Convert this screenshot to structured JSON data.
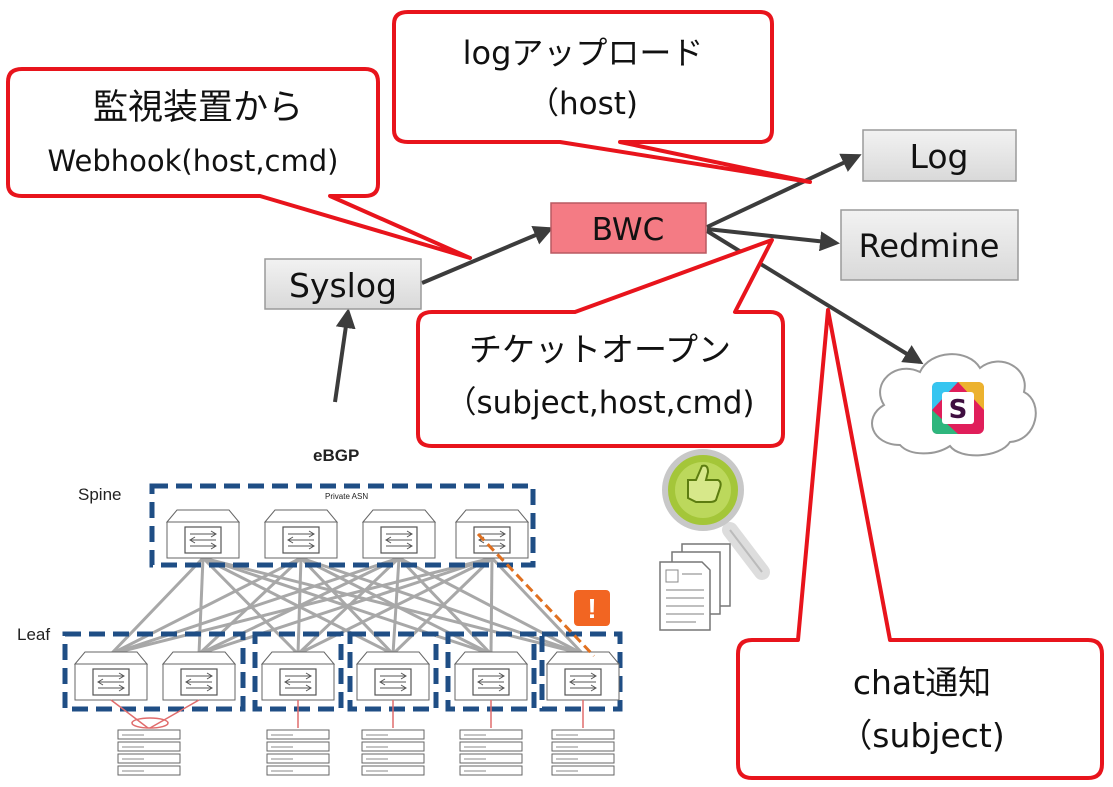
{
  "callouts": {
    "log_upload": {
      "line1": "logアップロード",
      "line2": "（host)"
    },
    "monitor": {
      "line1": "監視装置から",
      "line2": "Webhook(host,cmd)"
    },
    "ticket": {
      "line1": "チケットオープン",
      "line2": "（subject,host,cmd)"
    },
    "chat": {
      "line1": "chat通知",
      "line2": "（subject)"
    }
  },
  "nodes": {
    "syslog": "Syslog",
    "bwc": "BWC",
    "log": "Log",
    "redmine": "Redmine",
    "slack_letter": "S"
  },
  "network": {
    "ebgp": "eBGP",
    "spine": "Spine",
    "private_asn": "Private ASN",
    "leaf": "Leaf",
    "alert": "!"
  },
  "colors": {
    "callout_border": "#e8141c",
    "bwc_fill": "#f47b84",
    "box_fill": "#e6e6e6",
    "arrow": "#3c3c3c",
    "dash_border": "#1f4e85",
    "fabric_line": "#a8a8a8",
    "failure_line": "#e07020",
    "alert_badge": "#f26522",
    "magnifier_green": "#a4c639"
  }
}
